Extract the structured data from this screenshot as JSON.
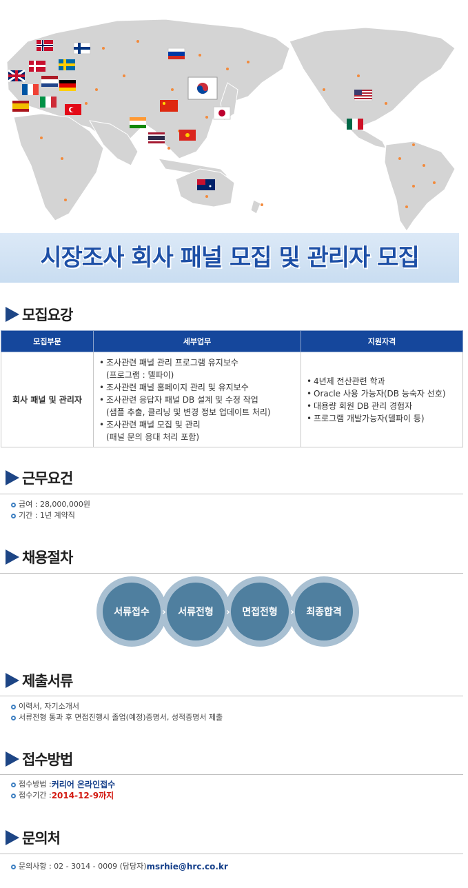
{
  "banner": {
    "title": "시장조사 회사 패널 모집 및 관리자 모집"
  },
  "map": {
    "land_color": "#d4d4d4",
    "dot_color": "#f28a3c",
    "flags": [
      "norway-flag",
      "finland-flag",
      "uk-flag",
      "denmark-flag",
      "sweden-flag",
      "france-flag",
      "netherlands-flag",
      "germany-flag",
      "spain-flag",
      "italy-flag",
      "turkey-flag",
      "russia-flag",
      "korea-flag",
      "china-flag",
      "japan-flag",
      "india-flag",
      "thailand-flag",
      "vietnam-flag",
      "usa-flag",
      "mexico-flag",
      "australia-flag"
    ]
  },
  "sections": {
    "recruit": {
      "title": "모집요강",
      "table": {
        "headers": [
          "모집부문",
          "세부업무",
          "지원자격"
        ],
        "dept": "회사 패널 및 관리자",
        "duties": [
          {
            "bullet": "•",
            "text": "조사관련 패널 관리 프로그램 유지보수"
          },
          {
            "bullet": "",
            "text": "(프로그램 : 델파이)"
          },
          {
            "bullet": "•",
            "text": "조사관련 패널 홈페이지 관리 및 유지보수"
          },
          {
            "bullet": "•",
            "text": "조사관련 응답자 패널 DB 설계 및 수정 작업"
          },
          {
            "bullet": "",
            "text": "(샘플 추출, 클리닝 및 변경 정보 업데이트 처리)"
          },
          {
            "bullet": "•",
            "text": "조사관련 패널 모집 및 관리"
          },
          {
            "bullet": "",
            "text": "(패널 문의 응대 처리 포함)"
          }
        ],
        "qualifications": [
          "4년제 전산관련 학과",
          "Oracle 사용 가능자(DB 능숙자 선호)",
          "대용량 회원 DB 관리 경험자",
          "프로그램 개발가능자(델파이 등)"
        ],
        "header_color": "#15479c"
      }
    },
    "conditions": {
      "title": "근무요건",
      "items": [
        "급여 : 28,000,000원",
        "기간 : 1년 계약직"
      ]
    },
    "process": {
      "title": "채용절차",
      "steps": [
        "서류접수",
        "서류전형",
        "면접전형",
        "최종합격"
      ],
      "arrow": "›"
    },
    "documents": {
      "title": "제출서류",
      "items": [
        "이력서, 자기소개서",
        "서류전형 통과 후 면접진행시 졸업(예정)증명서, 성적증명서 제출"
      ]
    },
    "apply": {
      "title": "접수방법",
      "method_label": "접수방법 : ",
      "method_value": "커리어 온라인접수",
      "period_label": "접수기간 : ",
      "period_value": "2014-12-9까지"
    },
    "contact": {
      "title": "문의처",
      "label": "문의사항 : 02 - 3014 - 0009 (담당자) ",
      "email": "msrhie@hrc.co.kr"
    }
  }
}
